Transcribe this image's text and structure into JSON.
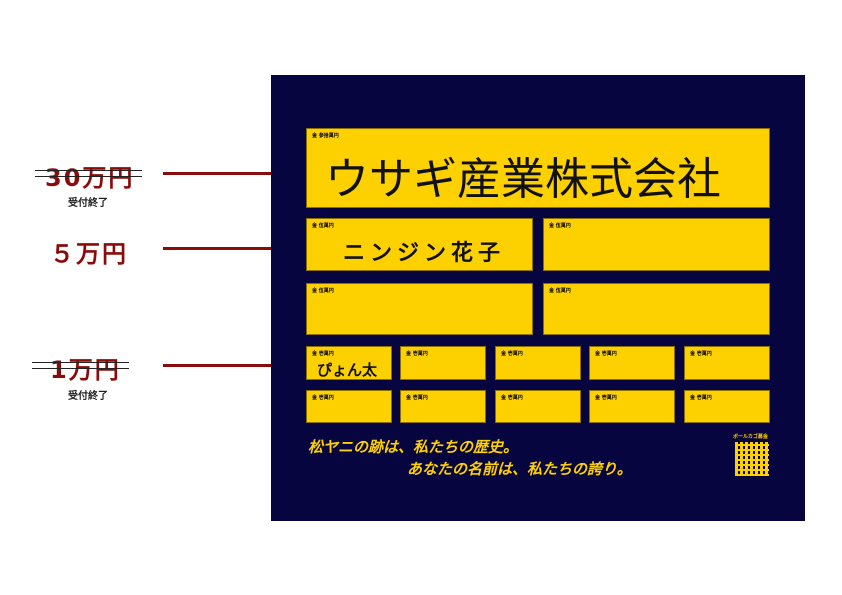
{
  "tiers": [
    {
      "price": "30万円",
      "status": "受付終了",
      "struck": true
    },
    {
      "price": "５万円",
      "struck": false
    },
    {
      "price": "1万円",
      "status": "受付終了",
      "struck": true
    }
  ],
  "board": {
    "big": {
      "label": "金 参拾萬円",
      "name": "ウサギ産業株式会社"
    },
    "mid": [
      {
        "label": "金 伍萬円",
        "name": "ニンジン花子"
      },
      {
        "label": "金 伍萬円"
      },
      {
        "label": "金 伍萬円"
      },
      {
        "label": "金 伍萬円"
      }
    ],
    "small": [
      {
        "label": "金 壱萬円",
        "name": "ぴょん太"
      },
      {
        "label": "金 壱萬円"
      },
      {
        "label": "金 壱萬円"
      },
      {
        "label": "金 壱萬円"
      },
      {
        "label": "金 壱萬円"
      },
      {
        "label": "金 壱萬円"
      },
      {
        "label": "金 壱萬円"
      },
      {
        "label": "金 壱萬円"
      },
      {
        "label": "金 壱萬円"
      },
      {
        "label": "金 壱萬円"
      }
    ],
    "slogan1": "松ヤニの跡は、私たちの歴史。",
    "slogan2": "あなたの名前は、私たちの誇り。",
    "qr_label": "ボールカゴ募金"
  }
}
